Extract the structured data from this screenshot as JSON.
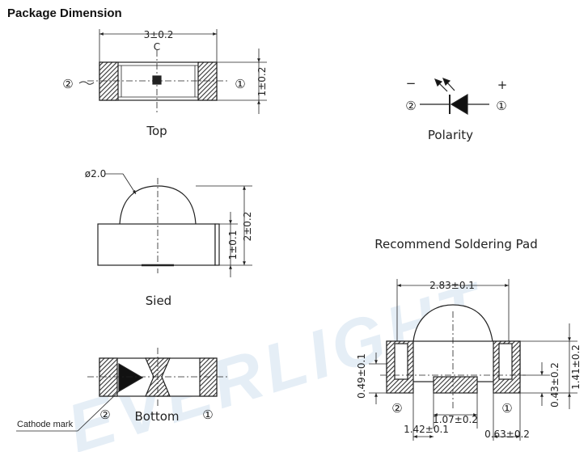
{
  "title": "Package Dimension",
  "top_view": {
    "caption": "Top",
    "width_dim": "3±0.2",
    "height_dim": "1±0.2",
    "pin2": "②",
    "pin1": "①",
    "center_mark": "C"
  },
  "side_view": {
    "caption": "Sied",
    "lens_dim": "ø2.0",
    "total_height_dim": "2±0.2",
    "body_height_dim": "1±0.1"
  },
  "bottom_view": {
    "caption": "Bottom",
    "cathode_mark": "Cathode mark",
    "pin2": "②",
    "pin1": "①"
  },
  "polarity": {
    "caption": "Polarity",
    "minus": "−",
    "plus": "+",
    "pin2": "②",
    "pin1": "①"
  },
  "solder_pad": {
    "caption": "Recommend Soldering Pad",
    "width_dim": "2.83±0.1",
    "d_049": "0.49±0.1",
    "d_043": "0.43±0.2",
    "d_141": "1.41±0.2",
    "d_107": "1.07±0.2",
    "d_142": "1.42±0.1",
    "d_063": "0.63±0.2",
    "pin2": "②",
    "pin1": "①"
  },
  "watermark": "EVERLIGHT",
  "colors": {
    "hatch": "#444444",
    "line": "#222222",
    "watermark": "#cfe0ef"
  }
}
